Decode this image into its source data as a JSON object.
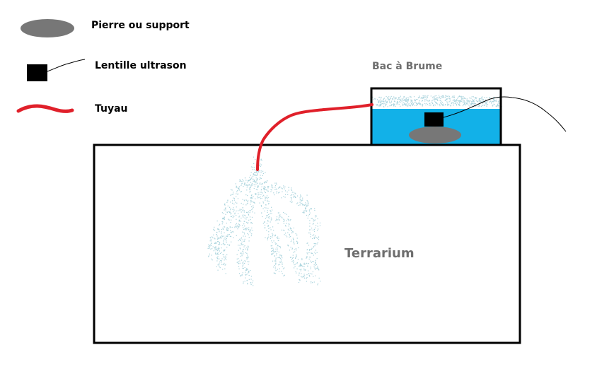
{
  "legend": {
    "stone_label": "Pierre ou support",
    "lens_label": "Lentille ultrason",
    "pipe_label": "Tuyau"
  },
  "diagram": {
    "mist_tank_label": "Bac à Brume",
    "terrarium_label": "Terrarium"
  },
  "colors": {
    "stone": "#777777",
    "lens": "#000000",
    "pipe": "#e0202a",
    "water": "#12b1e8",
    "mist": "#a9d3dc",
    "outline": "#000000",
    "label_gray": "#6e6e6e"
  }
}
